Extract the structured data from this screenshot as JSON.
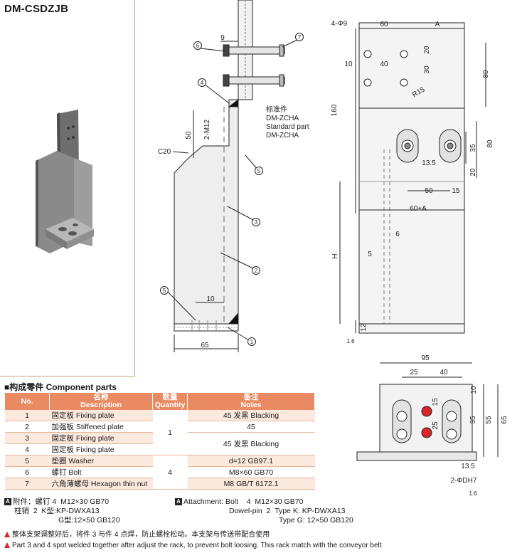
{
  "model_code": "DM-CSDZJB",
  "side_view": {
    "dims": {
      "top_offset": "9",
      "bolt_height": "50",
      "m12_callout": "2-M12",
      "chamfer": "C20",
      "web_gap": "10",
      "base_width": "65"
    },
    "callouts": [
      "1",
      "2",
      "3",
      "4",
      "5",
      "5",
      "6",
      "7"
    ],
    "standard_part_note": [
      "标准件",
      "DM-ZCHA",
      "Standard part",
      "DM-ZCHA"
    ]
  },
  "front_view": {
    "dims": {
      "holes": "4-Φ9",
      "top_spacing": "60",
      "top_a": "A",
      "v20": "20",
      "v30": "30",
      "h40": "40",
      "h10": "10",
      "total_80": "80",
      "radius": "R15",
      "height_160": "160",
      "slot_80": "80",
      "slot_35": "35",
      "slot_20": "20",
      "slot_off": "13.5",
      "slot_spacing": "50",
      "slot_15": "15",
      "width_60a": "60+A",
      "flange_6": "6",
      "flange_5": "5",
      "height_h": "H",
      "base_12": "12",
      "roughness": "1.6"
    }
  },
  "plan_view": {
    "dims": {
      "width_95": "95",
      "d25": "25",
      "d40": "40",
      "d10": "10",
      "d15": "15",
      "d25b": "25",
      "d35": "35",
      "d55": "55",
      "d65": "65",
      "d13_5": "13.5",
      "dowel": "2-ΦDH7",
      "roughness": "1.6"
    }
  },
  "components": {
    "heading": "构成零件 Component parts",
    "headers": {
      "no": "No.",
      "name_cn": "名称",
      "name_en": "Description",
      "qty_cn": "数量",
      "qty_en": "Quantity",
      "notes_cn": "备注",
      "notes_en": "Notes"
    },
    "rows": [
      {
        "no": "1",
        "name": "固定板 Fixing plate"
      },
      {
        "no": "2",
        "name": "加强板 Stiffened plate"
      },
      {
        "no": "3",
        "name": "固定板 Fixing plate"
      },
      {
        "no": "4",
        "name": "固定板 Fixing plate"
      },
      {
        "no": "5",
        "name": "垫圈 Washer"
      },
      {
        "no": "6",
        "name": "螺钉 Bolt"
      },
      {
        "no": "7",
        "name": "六角薄螺母 Hexagon thin nut"
      }
    ],
    "qty": {
      "group_a": "1",
      "group_b": "4"
    },
    "notes": {
      "n1": "45 发黑 Blacking",
      "n2": "45",
      "n34": "45 发黑 Blacking",
      "n5": "d=12 GB97.1",
      "n6": "M8×60 GB70",
      "n7": "M8 GB/T 6172.1"
    }
  },
  "attachments": {
    "badge": "A",
    "cn": [
      {
        "label": "附件：螺钉",
        "qty": "4",
        "spec": "M12×30 GB70"
      },
      {
        "label": "柱销",
        "qty": "2",
        "spec": "K型:KP-DWXA13"
      },
      {
        "label": "",
        "qty": "",
        "spec": "G型:12×50 GB120"
      }
    ],
    "en": [
      {
        "label": "Attachment: Bolt",
        "qty": "4",
        "spec": "M12×30   GB70"
      },
      {
        "label": "Dowel-pin",
        "qty": "2",
        "spec": "Type K: KP-DWXA13"
      },
      {
        "label": "",
        "qty": "",
        "spec": "Type G: 12×50 GB120"
      }
    ]
  },
  "notes": {
    "cn": "整体支架调整好后，将件 3 与件 4 点焊，防止螺栓松动。本支架与传送带配合使用",
    "en": "Part 3 and 4 spot welded together after adjust the rack, to prevent bolt loosing. This rack match with the conveyor belt"
  },
  "colors": {
    "accent": "#e98a63",
    "row_tint": "#fce9dd",
    "panel_border": "#c9a37e",
    "warn": "#d8262a"
  }
}
